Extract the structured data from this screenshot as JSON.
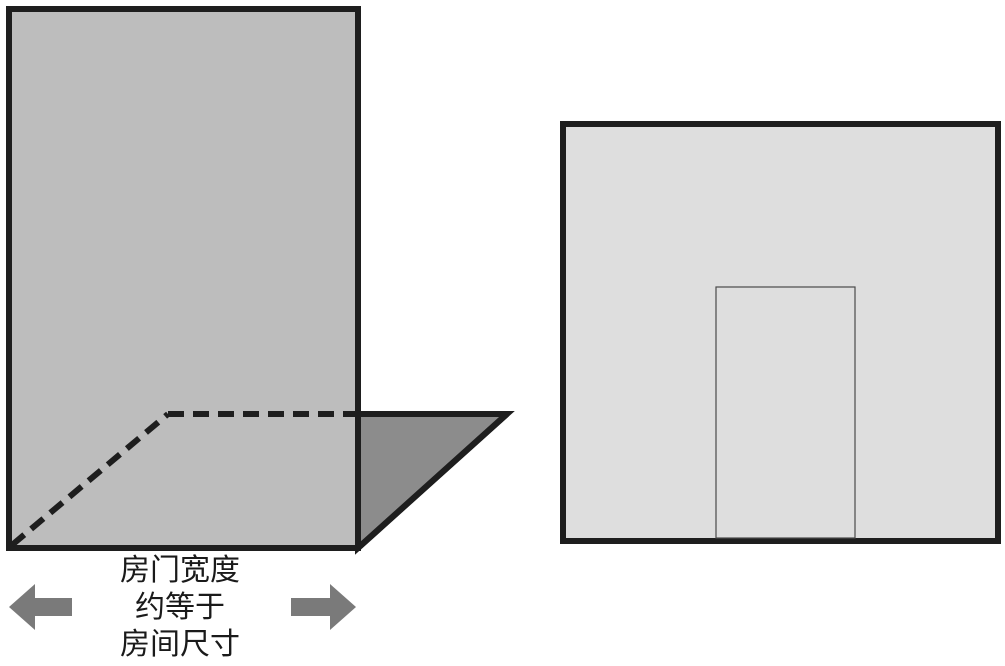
{
  "caption": {
    "line1": "房门宽度",
    "line2": "约等于",
    "line3": "房间尺寸"
  },
  "colors": {
    "outline": "#1e1e1e",
    "panel_fill": "#bdbdbd",
    "floor_fill": "#8c8c8c",
    "room_fill": "#dedede",
    "door_fill": "#dedede",
    "door_outline": "#4a4a4a",
    "arrow_fill": "#7a7a7a"
  },
  "icons": {
    "left_arrow": "arrow-left-icon",
    "right_arrow": "arrow-right-icon"
  }
}
